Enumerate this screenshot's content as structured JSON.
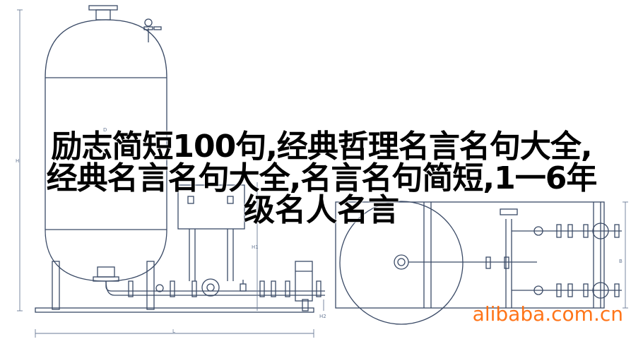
{
  "caption": {
    "line1": "励志简短100句,经典哲理名言名句大全,",
    "line2": "经典名言名句大全,名言名句简短,1一6年",
    "line3": "级名人名言"
  },
  "watermark": "alibaba.com.cn",
  "dimensions": {
    "label_L": "L",
    "label_H": "H",
    "label_H1": "H1",
    "label_H2": "H2",
    "label_B": "B",
    "label_D": "D"
  },
  "colors": {
    "line": "#3a4a66",
    "dim": "#6a7b97",
    "caption": "#000000",
    "watermark": "#ff6600"
  }
}
